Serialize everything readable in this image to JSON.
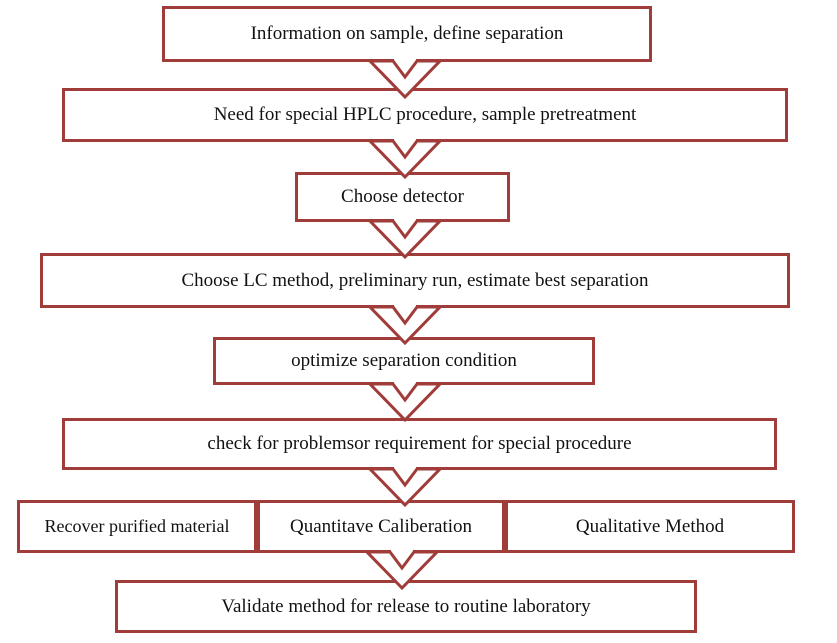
{
  "flowchart": {
    "colors": {
      "accent": "#A03C39",
      "background": "#FFFFFF",
      "text": "#111111"
    },
    "connector_icon": "down-arrow",
    "nodes": [
      {
        "label": "Information on sample, define separation"
      },
      {
        "label": "Need for special HPLC procedure, sample pretreatment"
      },
      {
        "label": "Choose detector"
      },
      {
        "label": "Choose LC method, preliminary run, estimate best separation"
      },
      {
        "label": "optimize separation condition"
      },
      {
        "label": "check for problemsor requirement for special procedure"
      },
      {
        "label": "Recover purified material"
      },
      {
        "label": "Quantitave Caliberation"
      },
      {
        "label": "Qualitative Method"
      },
      {
        "label": "Validate method for release to routine laboratory"
      }
    ]
  }
}
